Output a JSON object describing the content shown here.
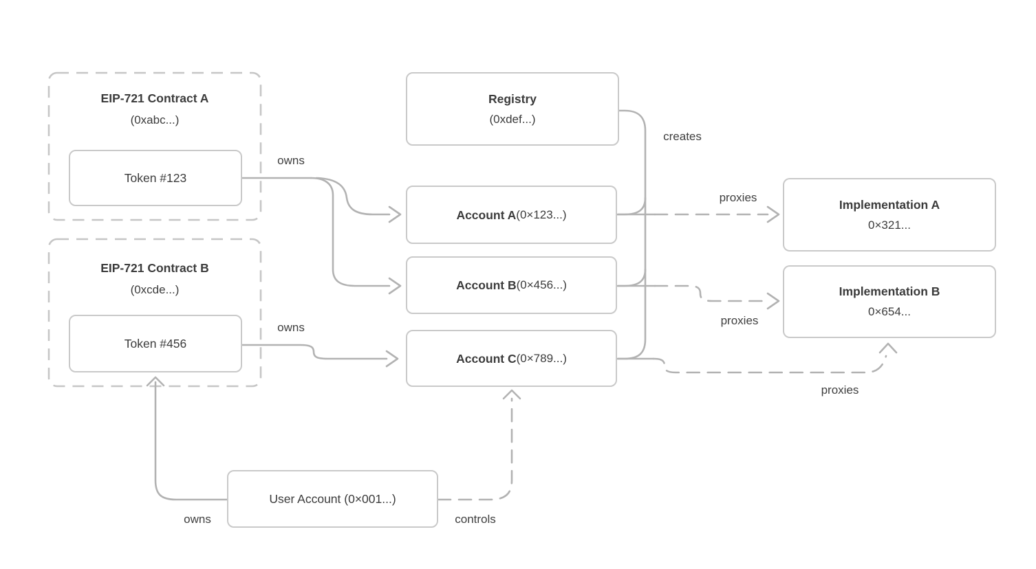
{
  "nodes": {
    "contract_a": {
      "title": "EIP-721 Contract A",
      "address": "(0xabc...)"
    },
    "token_123": {
      "label": "Token #123"
    },
    "contract_b": {
      "title": "EIP-721 Contract B",
      "address": "(0xcde...)"
    },
    "token_456": {
      "label": "Token #456"
    },
    "registry": {
      "title": "Registry",
      "address": "(0xdef...)"
    },
    "account_a": {
      "title": "Account A",
      "address": "(0×123...)"
    },
    "account_b": {
      "title": "Account B",
      "address": "(0×456...)"
    },
    "account_c": {
      "title": "Account C",
      "address": "(0×789...)"
    },
    "implementation_a": {
      "title": "Implementation A",
      "address": "0×321..."
    },
    "implementation_b": {
      "title": "Implementation B",
      "address": "0×654..."
    },
    "user_account": {
      "label": "User Account (0×001...)"
    }
  },
  "edge_labels": {
    "owns_token123": "owns",
    "owns_token456": "owns",
    "creates": "creates",
    "proxies_account_a": "proxies",
    "proxies_account_b": "proxies",
    "proxies_account_c": "proxies",
    "owns_user": "owns",
    "controls_user": "controls"
  },
  "colors": {
    "line": "#b2b2b2",
    "box_border": "#c9c9c9",
    "dashed_border": "#c6c6c6",
    "text": "#3b3b3b",
    "background": "#ffffff"
  }
}
